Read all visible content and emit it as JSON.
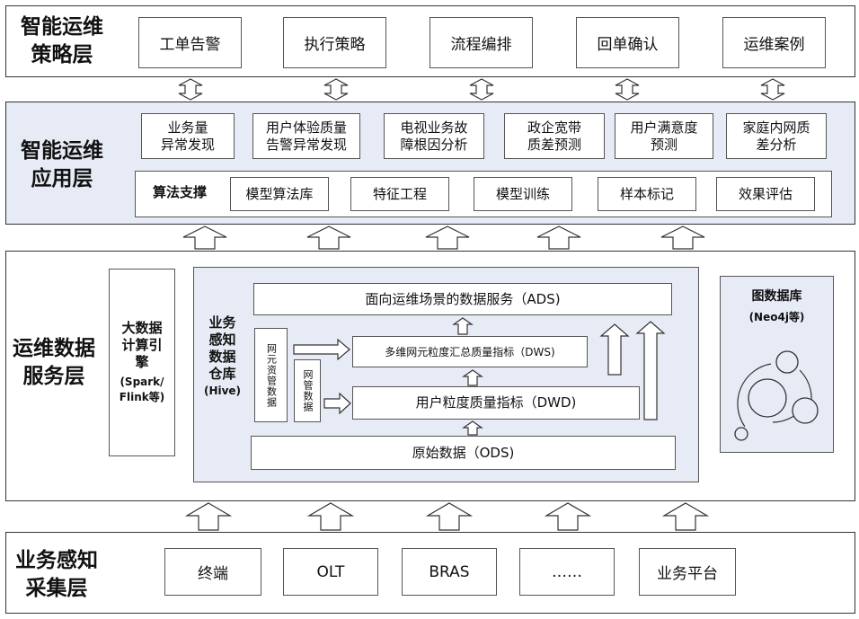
{
  "layers": {
    "strategy": {
      "label_lines": [
        "智能运维",
        "策略层"
      ],
      "items": [
        "工单告警",
        "执行策略",
        "流程编排",
        "回单确认",
        "运维案例"
      ]
    },
    "application": {
      "label_lines": [
        "智能运维",
        "应用层"
      ],
      "apps": [
        [
          "业务量",
          "异常发现"
        ],
        [
          "用户体验质量",
          "告警异常发现"
        ],
        [
          "电视业务故",
          "障根因分析"
        ],
        [
          "政企宽带",
          "质差预测"
        ],
        [
          "用户满意度",
          "预测"
        ],
        [
          "家庭内网质",
          "差分析"
        ]
      ],
      "algo_label": "算法支撑",
      "algo_items": [
        "模型算法库",
        "特征工程",
        "模型训练",
        "样本标记",
        "效果评估"
      ]
    },
    "data_service": {
      "label_lines": [
        "运维数据",
        "服务层"
      ],
      "engine_lines": [
        "大数据",
        "计算引",
        "擎"
      ],
      "engine_sub_lines": [
        "(Spark/",
        "Flink等)"
      ],
      "warehouse_lines": [
        "业务",
        "感知",
        "数据",
        "仓库"
      ],
      "warehouse_sub": "(Hive)",
      "ads": "面向运维场景的数据服务（ADS)",
      "dws": "多维网元粒度汇总质量指标（DWS)",
      "dwd": "用户粒度质量指标（DWD)",
      "ods": "原始数据（ODS)",
      "ne_resource": "网元资管数据",
      "nms_data": "网管数据",
      "graph_title": "图数据库",
      "graph_sub": "(Neo4j等)"
    },
    "collection": {
      "label_lines": [
        "业务感知",
        "采集层"
      ],
      "items": [
        "终端",
        "OLT",
        "BRAS",
        "……",
        "业务平台"
      ]
    }
  },
  "colors": {
    "panel_tint": "#e6ebf5",
    "border": "#333333",
    "arrow_fill": "#ffffff",
    "node_stroke": "#333333"
  }
}
